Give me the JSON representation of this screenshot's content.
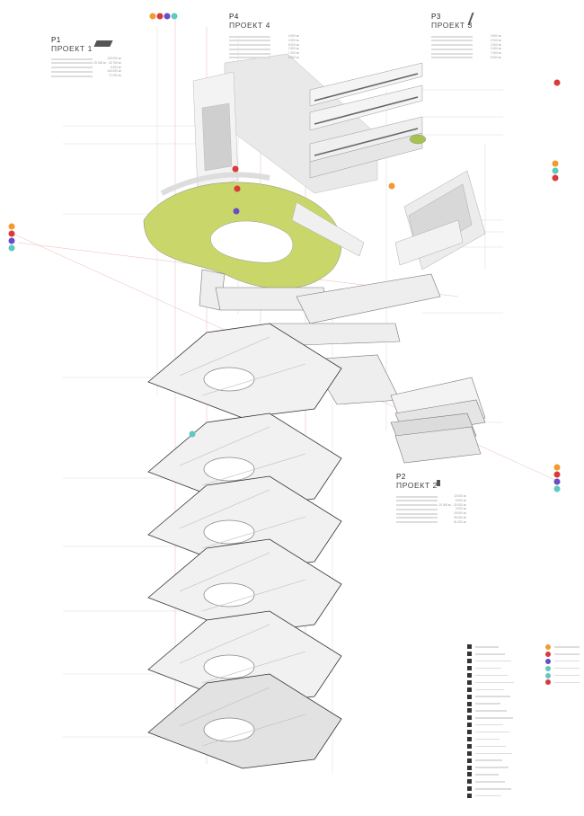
{
  "projects": {
    "p1": {
      "code": "P1",
      "name": "ПРОЕКТ 1"
    },
    "p2": {
      "code": "P2",
      "name": "ПРОЕКТ 2"
    },
    "p3": {
      "code": "P3",
      "name": "ПРОЕКТ 3"
    },
    "p4": {
      "code": "P4",
      "name": "ПРОЕКТ 4"
    }
  },
  "stats": {
    "p1": [
      [
        "",
        "125 000 м²"
      ],
      [
        "",
        "25 000 м² - 30 750 м²"
      ],
      [
        "",
        "5 432 м²"
      ],
      [
        "",
        "100 000 м²"
      ],
      [
        "",
        "71 000 м²"
      ]
    ],
    "p4": [
      [
        "",
        "4 000 м²"
      ],
      [
        "",
        "4 000 м²"
      ],
      [
        "",
        "8 000 м²"
      ],
      [
        "",
        "2 500 м²"
      ],
      [
        "",
        "7 000 м²"
      ],
      [
        "",
        "6 500 м²"
      ]
    ],
    "p3": [
      [
        "",
        "3 600 м²"
      ],
      [
        "",
        "2 000 м²"
      ],
      [
        "",
        "2 500 м²"
      ],
      [
        "",
        "3 400 м²"
      ],
      [
        "",
        "7 000 м²"
      ],
      [
        "",
        "5 000 м²"
      ]
    ],
    "p2": [
      [
        "",
        "10 000 м²"
      ],
      [
        "",
        "5 000 м²"
      ],
      [
        "",
        "10 000 м² - 30 000 м²"
      ],
      [
        "",
        "3 000 м²"
      ],
      [
        "",
        "15 000 м²"
      ],
      [
        "",
        "35 000 м²"
      ],
      [
        "",
        "51 000 м²"
      ]
    ]
  },
  "colors": {
    "orange": "#f29a2e",
    "red": "#d93a3a",
    "purple": "#6a4cc7",
    "teal": "#5fc8c0",
    "park": "#c9d76a",
    "dark": "#3a3a3a"
  },
  "legend": {
    "icons": [
      "square-icon",
      "square-icon",
      "square-icon",
      "square-icon",
      "square-icon",
      "square-icon",
      "square-icon",
      "square-icon",
      "square-icon",
      "square-icon",
      "square-icon",
      "square-icon",
      "square-icon",
      "square-icon",
      "square-icon",
      "square-icon",
      "square-icon",
      "square-icon",
      "square-icon",
      "square-icon",
      "square-icon",
      "square-icon"
    ],
    "transport": [
      "orange",
      "red",
      "purple",
      "teal",
      "teal",
      "red"
    ]
  }
}
